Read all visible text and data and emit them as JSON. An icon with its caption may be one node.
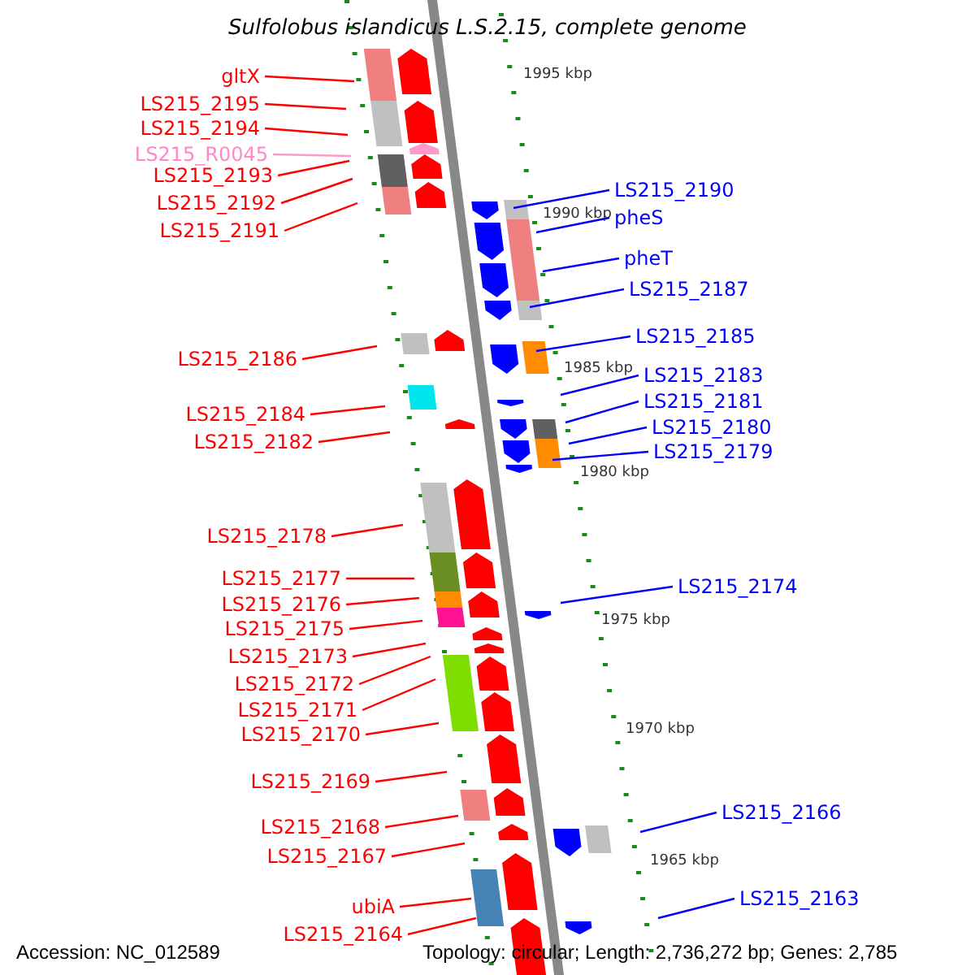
{
  "diagram": {
    "title": "Sulfolobus islandicus L.S.2.15, complete genome",
    "nodes": [
      {
        "text": [
          "gltX"
        ]
      },
      {
        "text": [
          "LS215_2195"
        ]
      },
      {
        "text": [
          "LS215_2194"
        ]
      },
      {
        "text": [
          "LS215_R0045"
        ]
      },
      {
        "text": [
          "LS215_2193"
        ]
      },
      {
        "text": [
          "LS215_2190"
        ]
      },
      {
        "text": [
          "LS215_2192"
        ]
      },
      {
        "text": [
          "pheS"
        ]
      },
      {
        "text": [
          "LS215_2191"
        ]
      },
      {
        "text": [
          "pheT"
        ]
      },
      {
        "text": [
          "LS215_2187"
        ]
      },
      {
        "text": [
          "LS215_2185"
        ]
      },
      {
        "text": [
          "LS215_2186"
        ]
      },
      {
        "text": [
          "LS215_2183"
        ]
      },
      {
        "text": [
          "LS215_2181"
        ]
      },
      {
        "text": [
          "LS215_2184"
        ]
      },
      {
        "text": [
          "LS215_2180"
        ]
      },
      {
        "text": [
          "LS215_2182"
        ]
      },
      {
        "text": [
          "LS215_2179"
        ]
      },
      {
        "text": [
          "LS215_2178"
        ]
      },
      {
        "text": [
          "LS215_2177"
        ]
      },
      {
        "text": [
          "LS215_2174"
        ]
      },
      {
        "text": [
          "LS215_2176"
        ]
      },
      {
        "text": [
          "LS215_2175"
        ]
      },
      {
        "text": [
          "LS215_2173"
        ]
      },
      {
        "text": [
          "LS215_2172"
        ]
      },
      {
        "text": [
          "LS215_2171"
        ]
      },
      {
        "text": [
          "LS215_2170"
        ]
      },
      {
        "text": [
          "LS215_2169"
        ]
      },
      {
        "text": [
          "LS215_2166"
        ]
      },
      {
        "text": [
          "LS215_2168"
        ]
      },
      {
        "text": [
          "LS215_2167"
        ]
      },
      {
        "text": [
          "LS215_2163"
        ]
      },
      {
        "text": [
          "ubiA"
        ]
      },
      {
        "text": [
          "LS215_2164"
        ]
      }
    ],
    "edges": [
      {
        "from": 0,
        "to": null,
        "arrow": "none"
      },
      {
        "from": 1,
        "to": null,
        "arrow": "none"
      },
      {
        "from": 2,
        "to": null,
        "arrow": "none"
      },
      {
        "from": 3,
        "to": null,
        "arrow": "none",
        "color": "#ff99cc"
      },
      {
        "from": 4,
        "to": null,
        "arrow": "none"
      },
      {
        "from": 5,
        "to": null,
        "arrow": "none",
        "color": "#0000ff"
      },
      {
        "from": 6,
        "to": null,
        "arrow": "none"
      },
      {
        "from": 7,
        "to": null,
        "arrow": "none",
        "color": "#0000ff"
      },
      {
        "from": 8,
        "to": null,
        "arrow": "none"
      },
      {
        "from": 9,
        "to": null,
        "arrow": "none",
        "color": "#0000ff"
      },
      {
        "from": 10,
        "to": null,
        "arrow": "none",
        "color": "#0000ff"
      },
      {
        "from": 11,
        "to": null,
        "arrow": "none",
        "color": "#0000ff"
      },
      {
        "from": 12,
        "to": null,
        "arrow": "none"
      },
      {
        "from": 13,
        "to": null,
        "arrow": "none",
        "color": "#0000ff"
      },
      {
        "from": 14,
        "to": null,
        "arrow": "none",
        "color": "#0000ff"
      },
      {
        "from": 15,
        "to": null,
        "arrow": "none"
      },
      {
        "from": 16,
        "to": null,
        "arrow": "none",
        "color": "#0000ff"
      },
      {
        "from": 17,
        "to": null,
        "arrow": "none"
      },
      {
        "from": 18,
        "to": null,
        "arrow": "none",
        "color": "#0000ff"
      },
      {
        "from": 19,
        "to": null,
        "arrow": "none"
      },
      {
        "from": 20,
        "to": null,
        "arrow": "none"
      },
      {
        "from": 21,
        "to": null,
        "arrow": "none",
        "color": "#0000ff"
      },
      {
        "from": 22,
        "to": null,
        "arrow": "none"
      },
      {
        "from": 23,
        "to": null,
        "arrow": "none"
      },
      {
        "from": 24,
        "to": null,
        "arrow": "none"
      },
      {
        "from": 25,
        "to": null,
        "arrow": "none"
      },
      {
        "from": 26,
        "to": null,
        "arrow": "none"
      },
      {
        "from": 27,
        "to": null,
        "arrow": "none"
      },
      {
        "from": 28,
        "to": null,
        "arrow": "none"
      },
      {
        "from": 29,
        "to": null,
        "arrow": "none",
        "color": "#0000ff"
      },
      {
        "from": 30,
        "to": null,
        "arrow": "none"
      },
      {
        "from": 31,
        "to": null,
        "arrow": "none"
      },
      {
        "from": 32,
        "to": null,
        "arrow": "none",
        "color": "#0000ff"
      },
      {
        "from": 33,
        "to": null,
        "arrow": "none"
      },
      {
        "from": 34,
        "to": null,
        "arrow": "none"
      }
    ],
    "labels": [
      "1995 kbp",
      "1990 kbp",
      "1985 kbp",
      "1980 kbp",
      "1975 kbp",
      "1970 kbp",
      "1965 kbp",
      "Accession: NC_012589",
      "Topology: circular; Length: 2,736,272 bp; Genes: 2,785"
    ]
  }
}
